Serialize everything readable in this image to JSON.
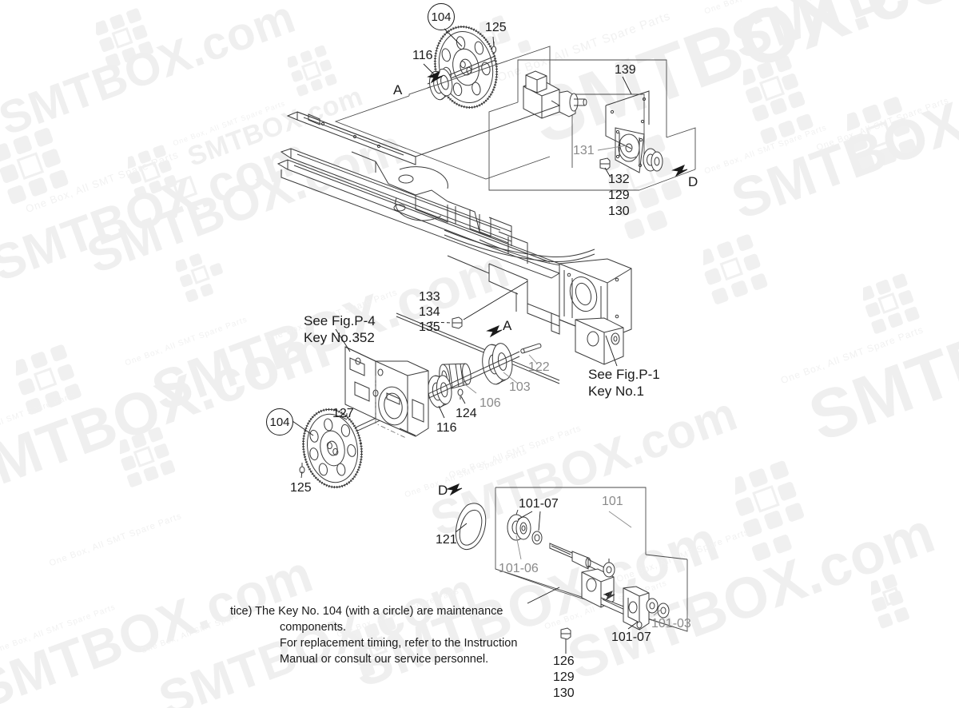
{
  "document": {
    "kind": "exploded-parts-diagram",
    "background_color": "#ffffff",
    "line_color": "#333333",
    "label_color": "#1a1a1a",
    "secondary_label_color": "#8a8a8a",
    "watermark_color": "#efefef"
  },
  "watermark": {
    "brand": "SMTBOX.com",
    "tagline": "One Box, All SMT Spare Parts"
  },
  "labels": {
    "l104_top": "104",
    "l125_top": "125",
    "l116_top": "116",
    "l139": "139",
    "l131": "131",
    "l132": "132",
    "l129_top": "129",
    "l130_top": "130",
    "l133": "133",
    "l134": "134",
    "l135": "135",
    "see_fig_p4_line1": "See Fig.P-4",
    "see_fig_p4_line2": "Key No.352",
    "see_fig_p1_line1": "See Fig.P-1",
    "see_fig_p1_line2": "Key No.1",
    "l122": "122",
    "l103": "103",
    "l106": "106",
    "l124": "124",
    "l116_mid": "116",
    "l127": "127",
    "l104_left": "104",
    "l125_left": "125",
    "l121": "121",
    "l101": "101",
    "l101_07_top": "101-07",
    "l101_06": "101-06",
    "l101_07_bottom": "101-07",
    "l101_03": "101-03",
    "l126": "126",
    "l129_bottom": "129",
    "l130_bottom": "130",
    "arrow_a_top": "A",
    "arrow_a_mid": "A",
    "arrow_d_top": "D",
    "arrow_d_bottom": "D"
  },
  "notice": {
    "line1": "tice) The Key No. 104 (with a circle) are maintenance",
    "line2": "components.",
    "line3": "For replacement timing, refer to the Instruction",
    "line4": "Manual or consult our service personnel."
  }
}
